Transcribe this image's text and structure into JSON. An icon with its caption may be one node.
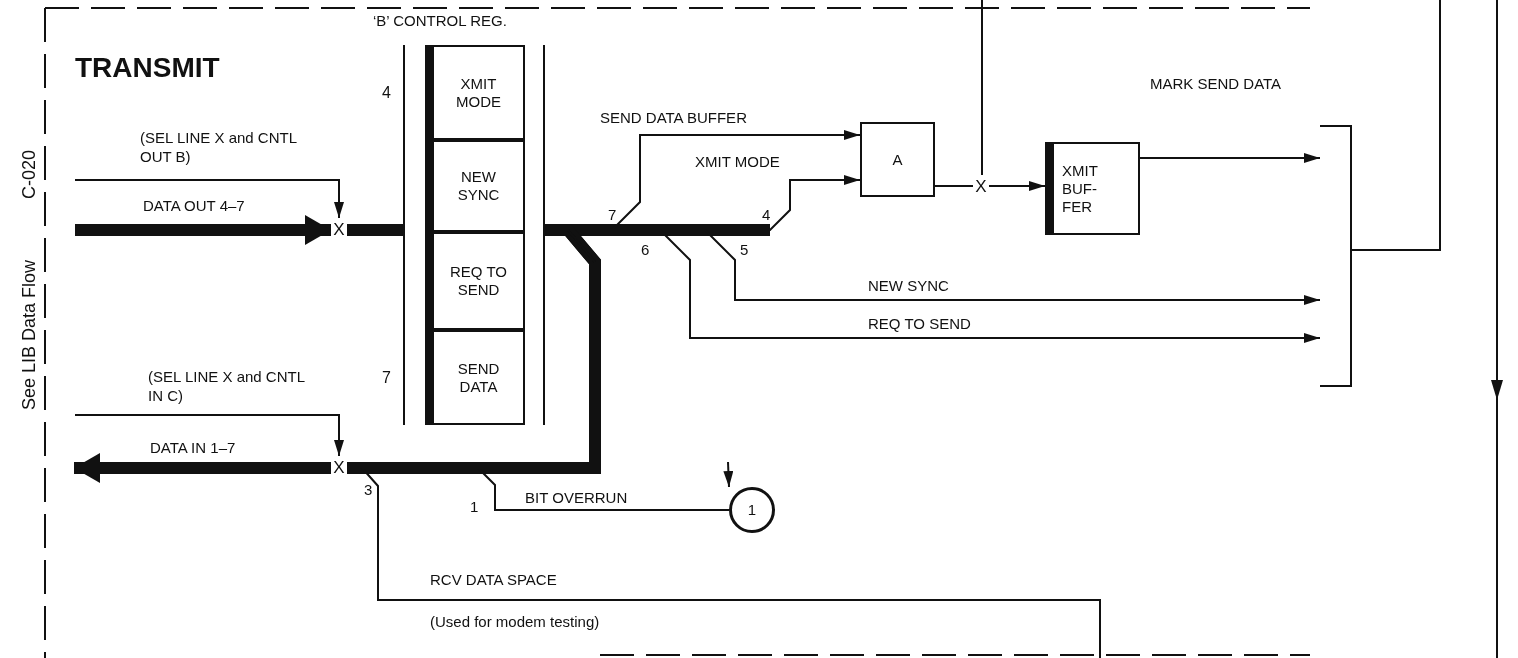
{
  "diagram": {
    "title": "TRANSMIT",
    "nodes": [
      {
        "text": [
          "‘B’ CONTROL REG."
        ]
      },
      {
        "text": [
          "XMIT MODE"
        ],
        "in": 0,
        "beside": [
          "4"
        ]
      },
      {
        "text": [
          "NEW SYNC"
        ],
        "in": 0
      },
      {
        "text": [
          "REQ TO SEND"
        ],
        "in": 0
      },
      {
        "text": [
          "SEND DATA"
        ],
        "in": 0,
        "beside": [
          "7"
        ]
      },
      {
        "text": [
          "X"
        ]
      },
      {
        "text": [
          "X"
        ]
      },
      {
        "text": [
          "A"
        ]
      },
      {
        "text": [
          "X"
        ]
      },
      {
        "text": [
          "XMIT BUF- FER"
        ]
      },
      {
        "text": [],
        "shape": "bracket"
      },
      {
        "text": [
          "1"
        ]
      }
    ],
    "edges": [
      {
        "from": null,
        "to": 5,
        "arrow": "to",
        "label": "DATA OUT 4–7",
        "style": "thick"
      },
      {
        "from": null,
        "to": 5,
        "arrow": "to",
        "label": "(SEL LINE X and CNTL OUT B)"
      },
      {
        "from": 5,
        "to": 0,
        "arrow": "none",
        "style": "thick"
      },
      {
        "from": 0,
        "to": 7,
        "arrow": "to",
        "label": "SEND DATA BUFFER"
      },
      {
        "from": 0,
        "to": 7,
        "arrow": "to",
        "label": "XMIT MODE"
      },
      {
        "from": 7,
        "to": 8,
        "arrow": "none"
      },
      {
        "from": 8,
        "to": 9,
        "arrow": "to"
      },
      {
        "from": null,
        "to": 8,
        "arrow": "none"
      },
      {
        "from": 9,
        "to": 10,
        "arrow": "to",
        "label": "MARK SEND DATA"
      },
      {
        "from": 0,
        "to": 10,
        "arrow": "to",
        "label": "NEW SYNC"
      },
      {
        "from": 0,
        "to": 10,
        "arrow": "to",
        "label": "REQ TO SEND"
      },
      {
        "from": 10,
        "to": null,
        "arrow": "none"
      },
      {
        "from": 0,
        "to": 6,
        "arrow": "none",
        "style": "thick"
      },
      {
        "from": null,
        "to": 6,
        "arrow": "to",
        "label": "(SEL LINE X and CNTL IN C)"
      },
      {
        "from": 6,
        "to": null,
        "arrow": "to",
        "label": "DATA IN 1–7",
        "style": "thick"
      },
      {
        "from": 0,
        "to": 11,
        "arrow": "none",
        "label": "BIT OVERRUN"
      },
      {
        "from": null,
        "to": 11,
        "arrow": "to"
      },
      {
        "from": 0,
        "to": null,
        "arrow": "none",
        "label": "RCV DATA SPACE"
      }
    ],
    "labels": [
      "See LIB Data Flow",
      "C-020",
      "7",
      "4",
      "6",
      "5",
      "3",
      "1",
      "(Used for modem testing)"
    ]
  }
}
